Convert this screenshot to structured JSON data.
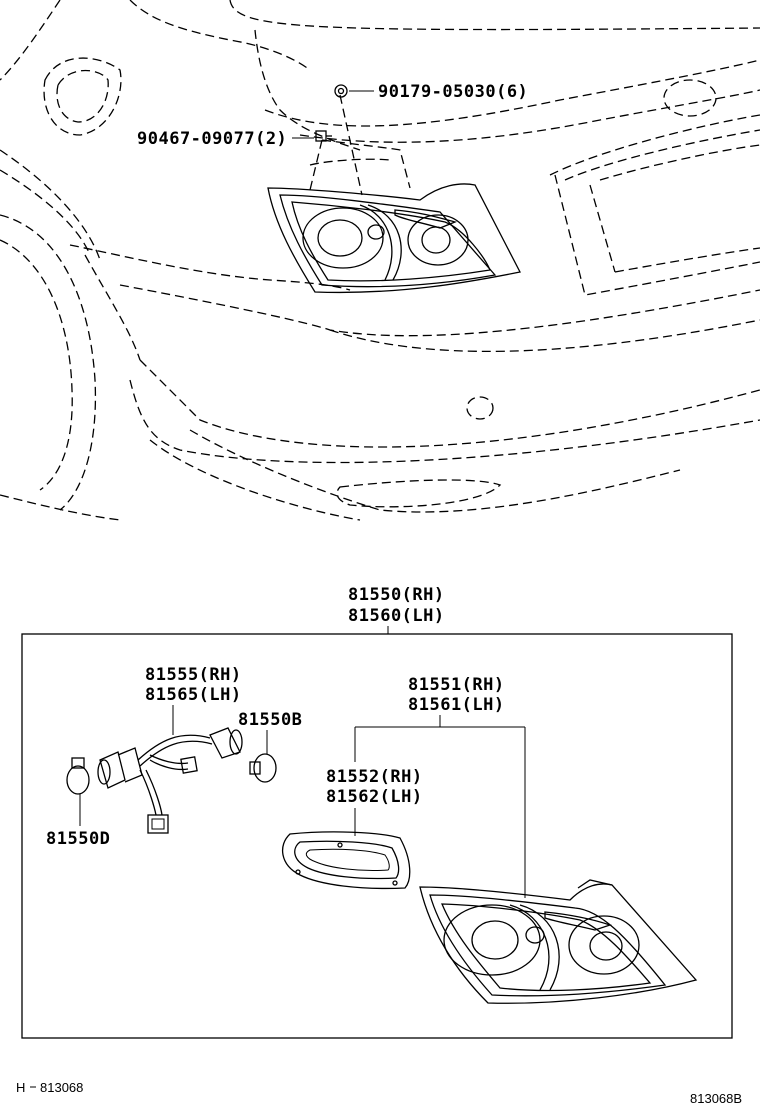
{
  "callouts": {
    "nut": "90179-05030(6)",
    "screw": "90467-09077(2)",
    "assy_rh": "81550(RH)",
    "assy_lh": "81560(LH)",
    "socket_rh": "81555(RH)",
    "socket_lh": "81565(LH)",
    "bulb_b": "81550B",
    "bulb_d": "81550D",
    "lens_rh": "81551(RH)",
    "lens_lh": "81561(LH)",
    "gasket_rh": "81552(RH)",
    "gasket_lh": "81562(LH)"
  },
  "footer": {
    "left_prefix": "H",
    "left_code": "813068",
    "right_code": "813068B"
  }
}
